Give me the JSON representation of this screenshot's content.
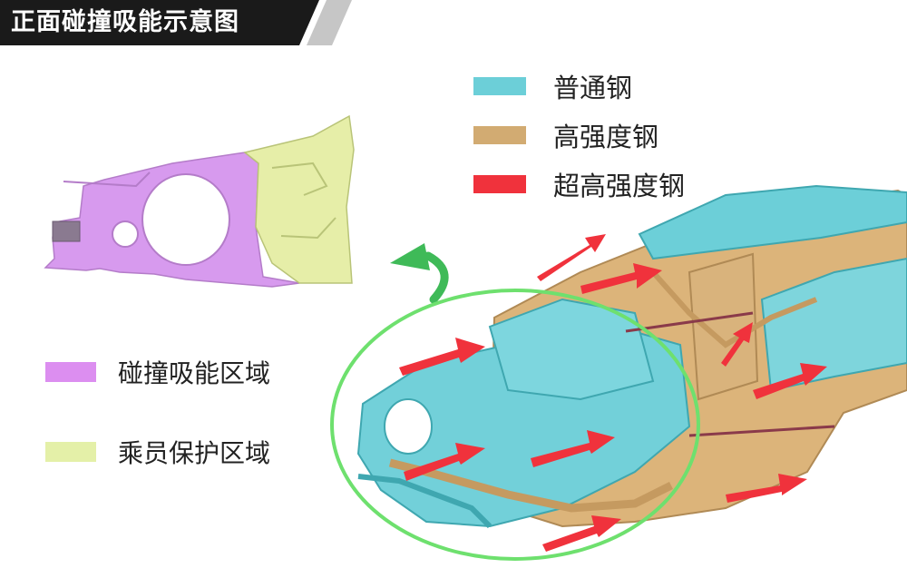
{
  "title": "正面碰撞吸能示意图",
  "materials": [
    {
      "label": "普通钢",
      "color": "#6ccfd8"
    },
    {
      "label": "高强度钢",
      "color": "#d2ab72"
    },
    {
      "label": "超高强度钢",
      "color": "#f0323c"
    }
  ],
  "zones": [
    {
      "label": "碰撞吸能区域",
      "color": "#dc8ef0"
    },
    {
      "label": "乘员保护区域",
      "color": "#e4f0a8"
    }
  ],
  "colors": {
    "title_bg": "#1a1a1a",
    "stripe": "#bdbdbd",
    "highlight_circle": "#6ee06e",
    "return_arrow": "#3fba58"
  }
}
